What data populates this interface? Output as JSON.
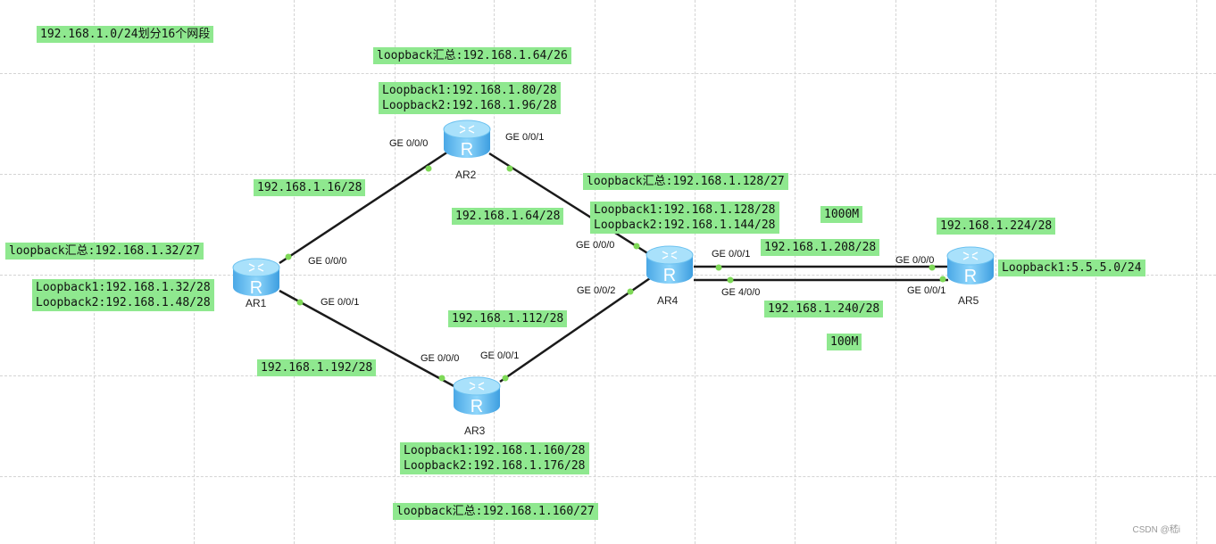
{
  "title": "192.168.1.0/24划分16个网段",
  "routers": [
    {
      "name": "AR1"
    },
    {
      "name": "AR2"
    },
    {
      "name": "AR3"
    },
    {
      "name": "AR4"
    },
    {
      "name": "AR5"
    }
  ],
  "labels": {
    "ar2_summary": "loopback汇总:192.168.1.64/26",
    "ar2_loop1": "Loopback1:192.168.1.80/28",
    "ar2_loop2": "Loopback2:192.168.1.96/28",
    "ar4_summary": "loopback汇总:192.168.1.128/27",
    "ar4_loop1": "Loopback1:192.168.1.128/28",
    "ar4_loop2": "Loopback2:192.168.1.144/28",
    "ar1_summary": "loopback汇总:192.168.1.32/27",
    "ar1_loop1": "Loopback1:192.168.1.32/28",
    "ar1_loop2": "Loopback2:192.168.1.48/28",
    "ar3_loop1": "Loopback1:192.168.1.160/28",
    "ar3_loop2": "Loopback2:192.168.1.176/28",
    "ar3_summary": "loopback汇总:192.168.1.160/27",
    "ar5_loop1": "Loopback1:5.5.5.0/24",
    "net_ar1_ar2": "192.168.1.16/28",
    "net_ar2_ar4": "192.168.1.64/28",
    "net_ar1_ar3": "192.168.1.192/28",
    "net_ar3_ar4": "192.168.1.112/28",
    "net_ar4_ar5_a": "192.168.1.208/28",
    "net_ar4_ar5_b": "192.168.1.240/28",
    "net_ar5": "192.168.1.224/28",
    "speed_1000": "1000M",
    "speed_100": "100M"
  },
  "ports": {
    "ar2_g000": "GE 0/0/0",
    "ar2_g001": "GE 0/0/1",
    "ar1_g000": "GE 0/0/0",
    "ar1_g001": "GE 0/0/1",
    "ar3_g000": "GE 0/0/0",
    "ar3_g001": "GE 0/0/1",
    "ar4_g000": "GE 0/0/0",
    "ar4_g002": "GE 0/0/2",
    "ar4_g001": "GE 0/0/1",
    "ar4_g400": "GE 4/0/0",
    "ar5_g000": "GE 0/0/0",
    "ar5_g001": "GE 0/0/1"
  },
  "watermark": "CSDN @嵇i",
  "colors": {
    "label_bg": "#8fe88f",
    "link": "#1a1a1a",
    "port_dot": "#7ed957",
    "router": "#5ab8ee"
  }
}
